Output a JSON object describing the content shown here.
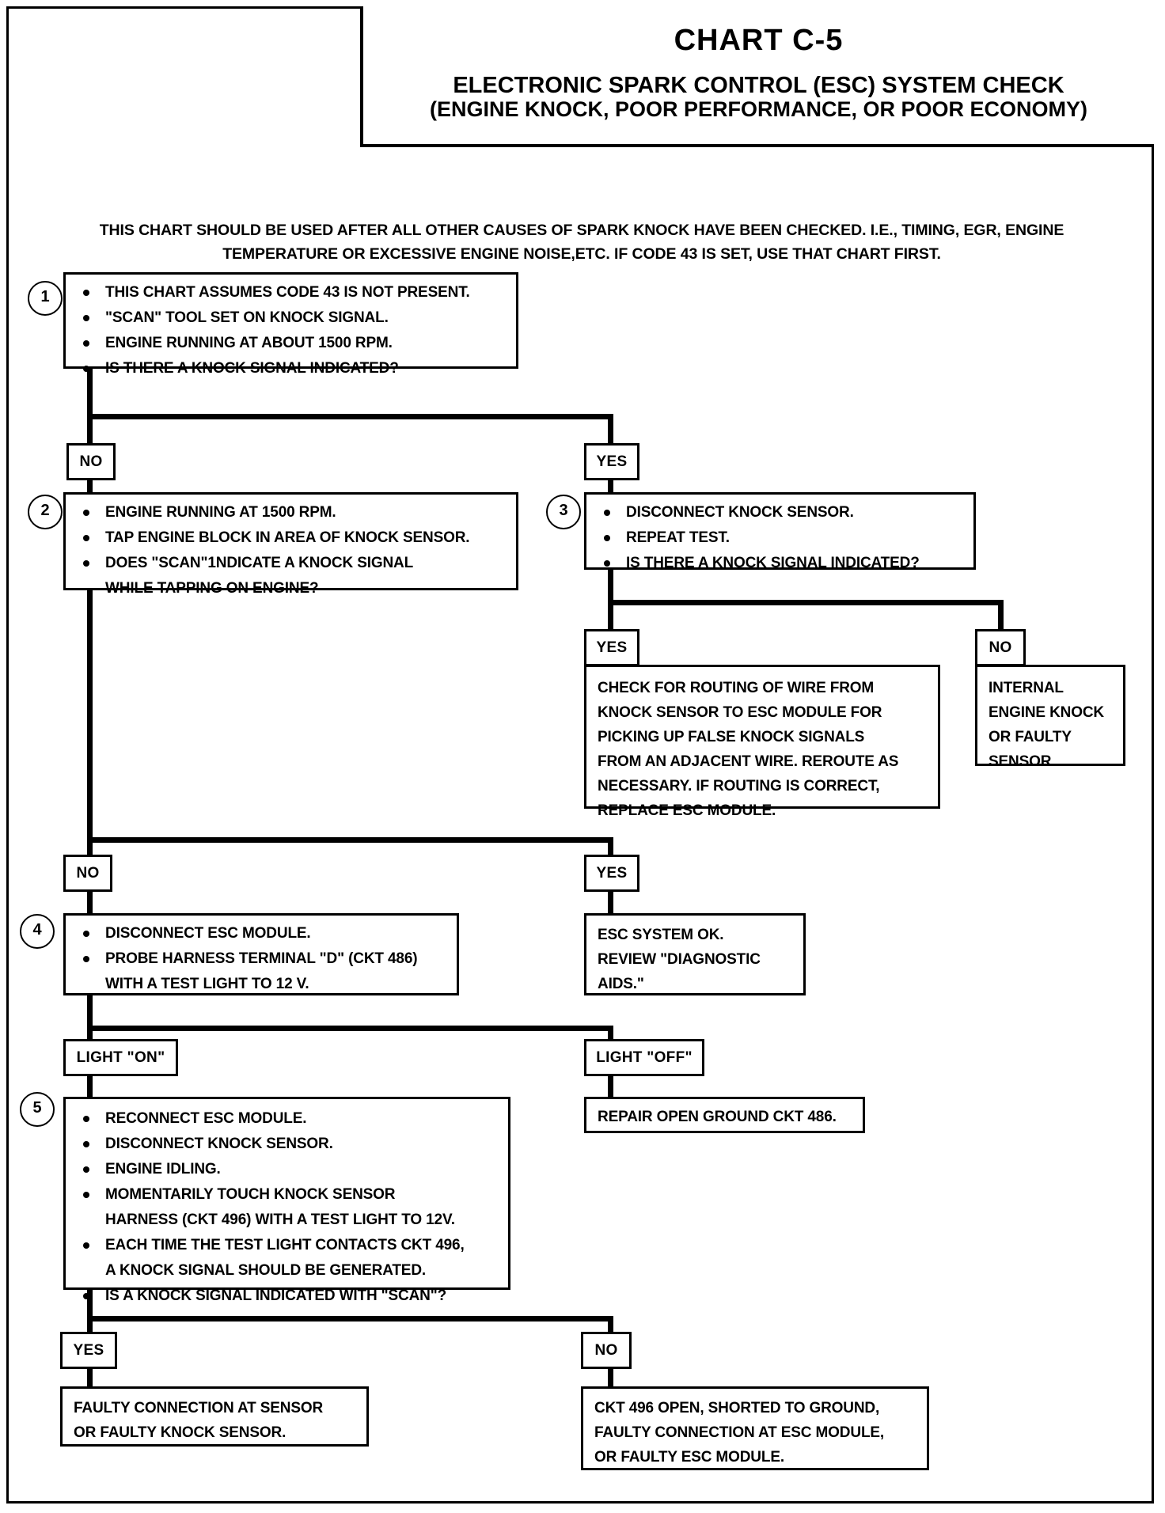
{
  "header": {
    "chart_id": "CHART C-5",
    "title": "ELECTRONIC SPARK CONTROL (ESC) SYSTEM CHECK",
    "subtitle": "(ENGINE KNOCK, POOR PERFORMANCE, OR POOR ECONOMY)"
  },
  "intro": {
    "line1": "THIS CHART SHOULD BE USED AFTER ALL OTHER CAUSES OF SPARK KNOCK HAVE BEEN CHECKED.  I.E., TIMING, EGR, ENGINE",
    "line2": "TEMPERATURE OR EXCESSIVE ENGINE NOISE,ETC.  IF CODE 43 IS SET, USE THAT CHART FIRST."
  },
  "steps": {
    "s1": {
      "number": "1",
      "b1": "THIS CHART ASSUMES CODE 43 IS NOT PRESENT.",
      "b2": "\"SCAN\" TOOL SET ON KNOCK SIGNAL.",
      "b3": "ENGINE RUNNING AT ABOUT 1500 RPM.",
      "b4": "IS THERE A KNOCK SIGNAL INDICATED?"
    },
    "s2": {
      "number": "2",
      "b1": "ENGINE RUNNING AT 1500 RPM.",
      "b2": "TAP ENGINE BLOCK IN AREA OF KNOCK SENSOR.",
      "b3": "DOES \"SCAN\"1NDICATE A KNOCK SIGNAL",
      "b3b": "WHILE TAPPING ON ENGINE?"
    },
    "s3": {
      "number": "3",
      "b1": "DISCONNECT KNOCK SENSOR.",
      "b2": "REPEAT TEST.",
      "b3": "IS THERE A KNOCK SIGNAL INDICATED?"
    },
    "s4": {
      "number": "4",
      "b1": "DISCONNECT ESC MODULE.",
      "b2": "PROBE HARNESS TERMINAL \"D\" (CKT 486)",
      "b2b": "WITH A TEST LIGHT TO 12 V."
    },
    "s5": {
      "number": "5",
      "b1": "RECONNECT ESC MODULE.",
      "b2": "DISCONNECT KNOCK SENSOR.",
      "b3": "ENGINE IDLING.",
      "b4": "MOMENTARILY TOUCH KNOCK SENSOR",
      "b4b": "HARNESS (CKT 496) WITH A TEST LIGHT TO 12V.",
      "b5": "EACH TIME THE TEST LIGHT CONTACTS CKT 496,",
      "b5b": "A KNOCK SIGNAL SHOULD BE GENERATED.",
      "b6": "IS A KNOCK SIGNAL INDICATED WITH \"SCAN\"?"
    }
  },
  "results": {
    "routing": {
      "l1": "CHECK FOR ROUTING OF WIRE FROM",
      "l2": "KNOCK SENSOR TO ESC MODULE FOR",
      "l3": "PICKING UP FALSE KNOCK SIGNALS",
      "l4": "FROM AN ADJACENT WIRE.  REROUTE AS",
      "l5": "NECESSARY.  IF ROUTING IS CORRECT,",
      "l6": "REPLACE ESC MODULE."
    },
    "internal_knock": {
      "l1": "INTERNAL",
      "l2": "ENGINE KNOCK",
      "l3": "OR FAULTY",
      "l4": "SENSOR."
    },
    "system_ok": {
      "l1": "ESC SYSTEM OK.",
      "l2": "REVIEW \"DIAGNOSTIC",
      "l3": "AIDS.\""
    },
    "repair_ground": {
      "l1": "REPAIR OPEN GROUND CKT 486."
    },
    "faulty_sensor": {
      "l1": "FAULTY CONNECTION AT SENSOR",
      "l2": "OR FAULTY KNOCK SENSOR."
    },
    "ckt496": {
      "l1": "CKT 496 OPEN, SHORTED TO GROUND,",
      "l2": "FAULTY CONNECTION AT ESC MODULE,",
      "l3": "OR FAULTY ESC MODULE."
    }
  },
  "branch_labels": {
    "s1_no": "NO",
    "s1_yes": "YES",
    "s3_yes": "YES",
    "s3_no": "NO",
    "s2_no": "NO",
    "s2_yes": "YES",
    "s4_light_on": "LIGHT \"ON\"",
    "s4_light_off": "LIGHT \"OFF\"",
    "s5_yes": "YES",
    "s5_no": "NO"
  },
  "colors": {
    "ink": "#000000",
    "paper": "#ffffff"
  }
}
